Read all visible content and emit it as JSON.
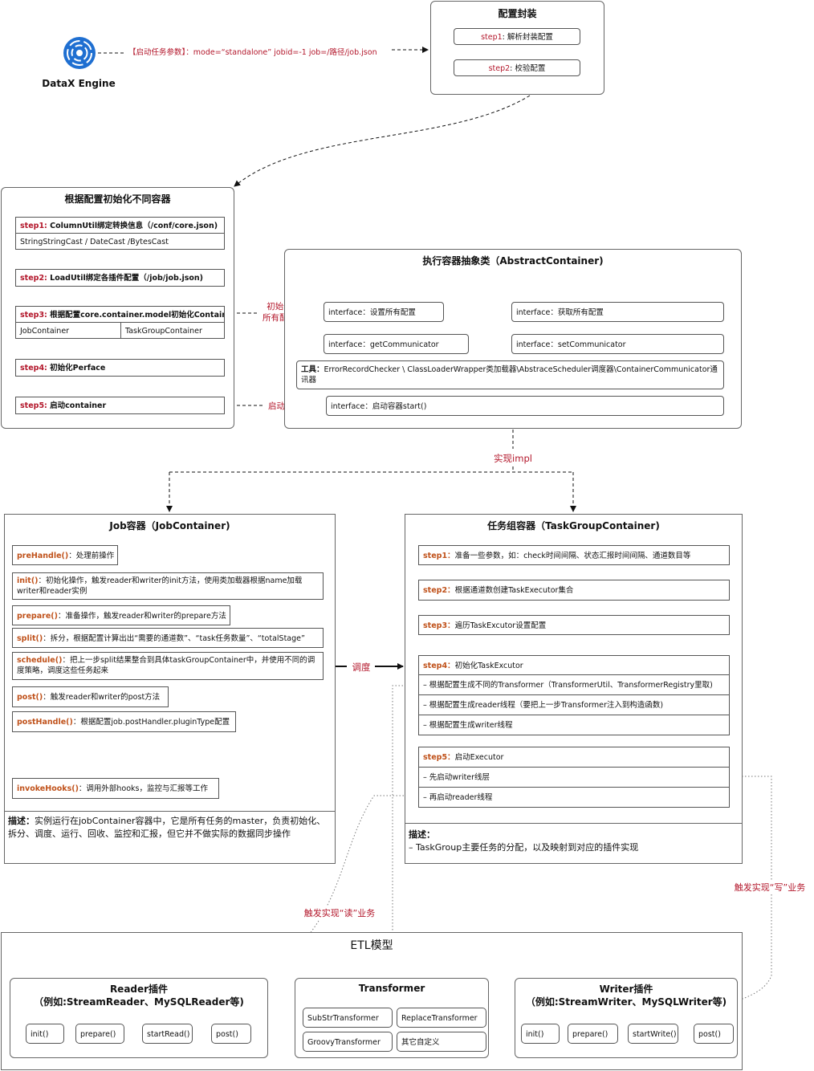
{
  "engine": {
    "label": "DataX Engine"
  },
  "start_params": {
    "prefix": "【启动任务参数】：",
    "text": "mode=“standalone” jobid=-1 job=/路径/job.json"
  },
  "config": {
    "title": "配置封装",
    "step1": {
      "tag": "step1",
      "text": ": 解析封装配置"
    },
    "step2": {
      "tag": "step2",
      "text": ": 校验配置"
    }
  },
  "init_container": {
    "title": "根据配置初始化不同容器",
    "step1": {
      "tag": "step1:",
      "text": " ColumnUtil绑定转换信息（/conf/core.json)"
    },
    "step1_sub": "StringStringCast / DateCast /BytesCast",
    "step2": {
      "tag": "step2:",
      "text": " LoadUtil绑定各插件配置（/job/job.json)"
    },
    "step3": {
      "tag": "step3:",
      "text": " 根据配置core.container.model初始化Container"
    },
    "step3_sub_a": "JobContainer",
    "step3_sub_b": "TaskGroupContainer",
    "step4": {
      "tag": "step4:",
      "text": " 初始化Perface"
    },
    "step5": {
      "tag": "step5:",
      "text": " 启动container"
    }
  },
  "edge_labels": {
    "init_all_1": "初始化",
    "init_all_2": "所有配置",
    "start_container": "启动容器",
    "impl": "实现impl",
    "schedule": "调度",
    "read_trigger": "触发实现“读”业务",
    "write_trigger": "触发实现“写”业务"
  },
  "abstract_container": {
    "title": "执行容器抽象类（AbstractContainer)",
    "if_set_all": "interface：设置所有配置",
    "if_get_all": "interface：获取所有配置",
    "if_get_comm": "interface：getCommunicator",
    "if_set_comm": "interface：setCommunicator",
    "tools_tag": "工具：",
    "tools_text": "ErrorRecordChecker \\ ClassLoaderWrapper类加载器\\AbstraceScheduler调度器\\ContainerCommunicator通讯器",
    "if_start": "interface：启动容器start()"
  },
  "job_container": {
    "title": "Job容器（JobContainer)",
    "items": [
      {
        "tag": "preHandle()",
        "text": "：处理前操作"
      },
      {
        "tag": "init()",
        "text": "：初始化操作，触发reader和writer的init方法，使用类加载器根据name加载writer和reader实例"
      },
      {
        "tag": "prepare()",
        "text": "：准备操作，触发reader和writer的prepare方法"
      },
      {
        "tag": "split()",
        "text": "：拆分，根据配置计算出出“需要的通道数”、“task任务数量”、“totalStage”"
      },
      {
        "tag": "schedule()",
        "text": "：把上一步split结果整合到具体taskGroupContainer中，并使用不同的调度策略，调度这些任务起来"
      },
      {
        "tag": "post()",
        "text": "：触发reader和writer的post方法"
      },
      {
        "tag": "postHandle()",
        "text": "：根据配置job.postHandler.pluginType配置"
      },
      {
        "tag": "invokeHooks()",
        "text": "：调用外部hooks，监控与汇报等工作"
      }
    ],
    "desc_tag": "描述：",
    "desc_text": "实例运行在jobContainer容器中，它是所有任务的master，负责初始化、拆分、调度、运行、回收、监控和汇报，但它并不做实际的数据同步操作"
  },
  "taskgroup_container": {
    "title": "任务组容器（TaskGroupContainer)",
    "step1": {
      "tag": "step1：",
      "text": "准备一些参数，如：check时间间隔、状态汇报时间间隔、通道数目等"
    },
    "step2": {
      "tag": "step2：",
      "text": "根据通道数创建TaskExecutor集合"
    },
    "step3": {
      "tag": "step3：",
      "text": "遍历TaskExcutor设置配置"
    },
    "step4": {
      "tag": "step4：",
      "text": "初始化TaskExcutor"
    },
    "step4_items": [
      "– 根据配置生成不同的Transformer（TransformerUtil、TransformerRegistry里取)",
      "– 根据配置生成reader线程（要把上一步Transformer注入到构造函数)",
      "– 根据配置生成writer线程"
    ],
    "step5": {
      "tag": "step5：",
      "text": "启动Executor"
    },
    "step5_items": [
      "– 先启动writer线层",
      "– 再启动reader线程"
    ],
    "desc_tag": "描述：",
    "desc_text": "– TaskGroup主要任务的分配，以及映射到对应的插件实现"
  },
  "etl": {
    "title": "ETL模型",
    "reader": {
      "title1": "Reader插件",
      "title2": "（例如:StreamReader、MySQLReader等)",
      "steps": [
        "init()",
        "prepare()",
        "startRead()",
        "post()"
      ]
    },
    "transformer": {
      "title": "Transformer",
      "items": [
        "SubStrTransformer",
        "ReplaceTransformer",
        "GroovyTransformer",
        "其它自定义"
      ]
    },
    "writer": {
      "title1": "Writer插件",
      "title2": "（例如:StreamWriter、MySQLWriter等)",
      "steps": [
        "init()",
        "prepare()",
        "startWrite()",
        "post()"
      ]
    }
  }
}
